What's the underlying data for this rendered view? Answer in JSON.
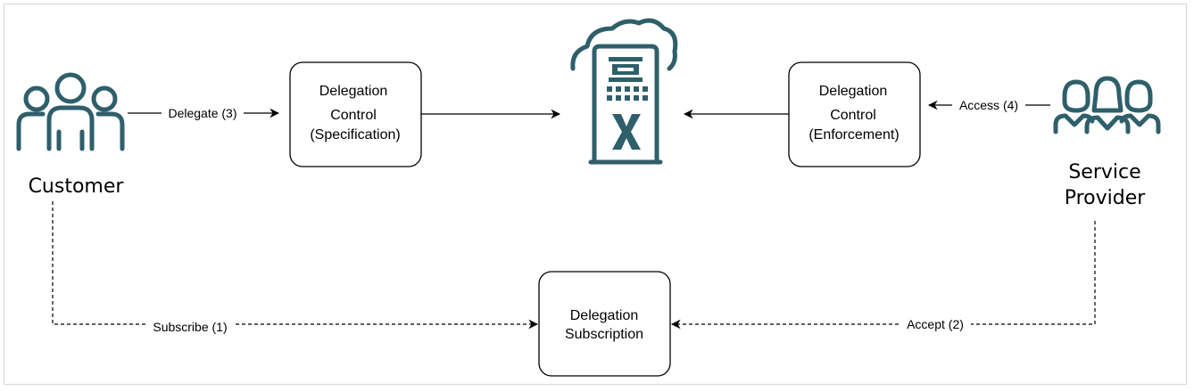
{
  "actors": {
    "customer": "Customer",
    "provider_line1": "Service",
    "provider_line2": "Provider"
  },
  "boxes": {
    "spec": {
      "line1": "Delegation",
      "line2": "Control",
      "line3": "(Specification)"
    },
    "enforce": {
      "line1": "Delegation",
      "line2": "Control",
      "line3": "(Enforcement)"
    },
    "subscription": {
      "line1": "Delegation",
      "line2": "Subscription"
    }
  },
  "edges": {
    "delegate": "Delegate (3)",
    "access": "Access (4)",
    "subscribe": "Subscribe (1)",
    "accept": "Accept (2)"
  },
  "colors": {
    "icon": "#2e5f6b",
    "line": "#000000",
    "background": "#ffffff"
  },
  "icons": {
    "customer": "group-of-people-icon",
    "provider": "service-staff-group-icon",
    "center": "cloud-excel-server-icon"
  }
}
